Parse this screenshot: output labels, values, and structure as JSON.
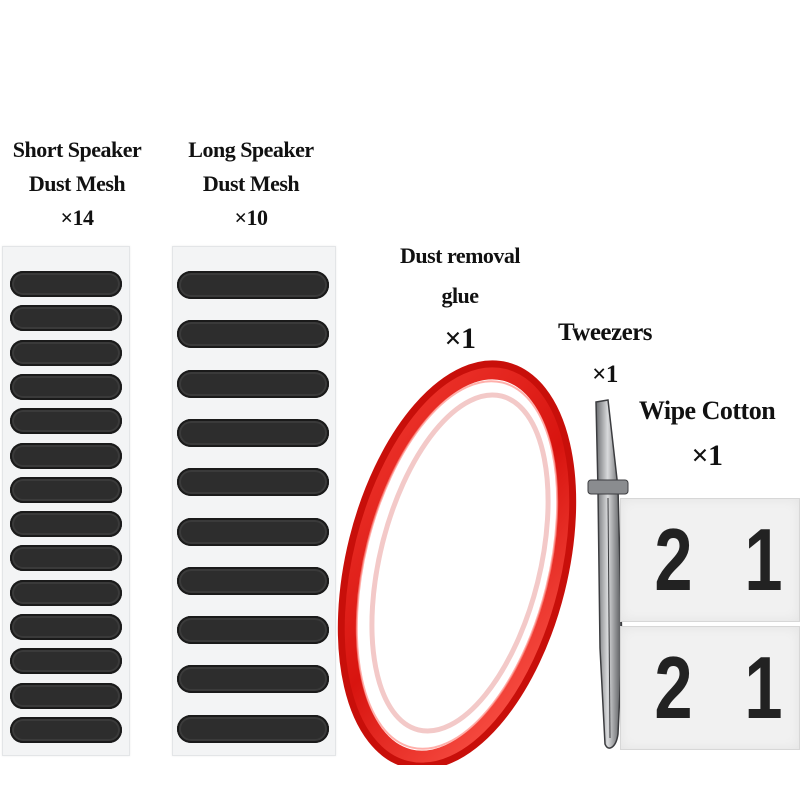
{
  "labels": {
    "short_mesh": [
      "Short Speaker",
      "Dust Mesh",
      "×14"
    ],
    "long_mesh": [
      "Long Speaker",
      "Dust Mesh",
      "×10"
    ],
    "glue": [
      "Dust removal",
      "glue",
      "×1"
    ],
    "tweezers": [
      "Tweezers",
      "×1"
    ],
    "cotton": [
      "Wipe Cotton",
      "×1"
    ]
  },
  "items": {
    "short_mesh_count": 14,
    "long_mesh_count": 10,
    "cotton_pad_digits": [
      [
        "2",
        "1"
      ],
      [
        "2",
        "1"
      ]
    ]
  },
  "colors": {
    "mesh": "#2d2d2d",
    "tape": "#e3221d",
    "sheet": "#f3f4f5"
  }
}
